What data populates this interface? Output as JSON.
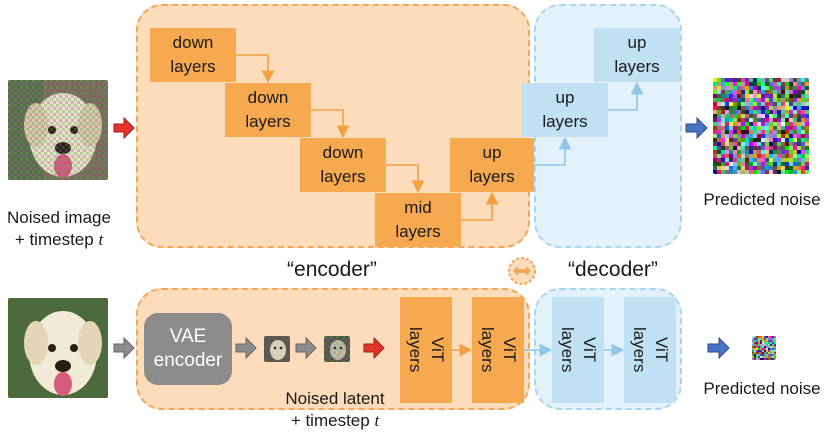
{
  "top": {
    "down_blocks": [
      {
        "label": "down\nlayers"
      },
      {
        "label": "down\nlayers"
      },
      {
        "label": "down\nlayers"
      }
    ],
    "mid_block": {
      "label": "mid\nlayers"
    },
    "up_block_orange": {
      "label": "up\nlayers"
    },
    "up_blocks_blue": [
      {
        "label": "up\nlayers"
      },
      {
        "label": "up\nlayers"
      }
    ],
    "input_caption_line1": "Noised image",
    "input_caption_line2": "+ timestep ",
    "input_caption_var": "t",
    "output_caption": "Predicted noise"
  },
  "labels": {
    "encoder": "“encoder”",
    "decoder": "“decoder”"
  },
  "bottom": {
    "vae_encoder": "VAE\nencoder",
    "vit_orange": [
      {
        "label": "ViT\nlayers"
      },
      {
        "label": "ViT\nlayers"
      }
    ],
    "vit_blue": [
      {
        "label": "ViT\nlayers"
      },
      {
        "label": "ViT\nlayers"
      }
    ],
    "latent_caption_line1": "Noised latent",
    "latent_caption_line2": "+ timestep ",
    "latent_caption_var": "t",
    "output_caption": "Predicted noise"
  },
  "colors": {
    "orange_region": "#fddcbb",
    "orange_border": "#f2a65a",
    "orange_block": "#f7a94f",
    "blue_region": "#e3f1fa",
    "blue_border": "#a9d5ee",
    "blue_block": "#bfe1f3",
    "gray_block": "#8c8c8c",
    "red_arrow": "#e0342c",
    "blue_arrow": "#4a73c6"
  }
}
